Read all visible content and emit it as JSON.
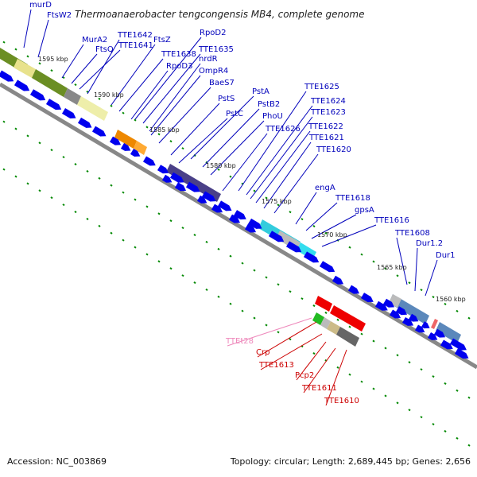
{
  "title": "Thermoanaerobacter tengcongensis MB4, complete genome",
  "footer": {
    "accession": "Accession: NC_003869",
    "topology": "Topology: circular; Length: 2,689,445 bp; Genes: 2,656"
  },
  "colors": {
    "label_blue": "#0000bb",
    "label_red": "#cc0000",
    "label_pink": "#ee88bb",
    "gene_blue": "#0000ee",
    "gene_red": "#ee0000",
    "backbone": "#888888",
    "tick_green": "#008800"
  },
  "scale_labels": [
    "1595 kbp",
    "1590 kbp",
    "1585 kbp",
    "1580 kbp",
    "1575 kbp",
    "1570 kbp",
    "1565 kbp",
    "1560 kbp"
  ],
  "gene_labels": [
    {
      "text": "murD",
      "group": "blue"
    },
    {
      "text": "FtsW2",
      "group": "blue"
    },
    {
      "text": "MurA2",
      "group": "blue"
    },
    {
      "text": "TTE1642",
      "group": "blue"
    },
    {
      "text": "FtsQ",
      "group": "blue"
    },
    {
      "text": "TTE1641",
      "group": "blue"
    },
    {
      "text": "FtsZ",
      "group": "blue"
    },
    {
      "text": "RpoD2",
      "group": "blue"
    },
    {
      "text": "TTE1638",
      "group": "blue"
    },
    {
      "text": "TTE1635",
      "group": "blue"
    },
    {
      "text": "RpoD3",
      "group": "blue"
    },
    {
      "text": "nrdR",
      "group": "blue"
    },
    {
      "text": "OmpR4",
      "group": "blue"
    },
    {
      "text": "BaeS7",
      "group": "blue"
    },
    {
      "text": "PstA",
      "group": "blue"
    },
    {
      "text": "PstS",
      "group": "blue"
    },
    {
      "text": "PstB2",
      "group": "blue"
    },
    {
      "text": "PstC",
      "group": "blue"
    },
    {
      "text": "PhoU",
      "group": "blue"
    },
    {
      "text": "TTE1625",
      "group": "blue"
    },
    {
      "text": "TTE1624",
      "group": "blue"
    },
    {
      "text": "TTE1623",
      "group": "blue"
    },
    {
      "text": "TTE1626",
      "group": "blue"
    },
    {
      "text": "TTE1622",
      "group": "blue"
    },
    {
      "text": "TTE1621",
      "group": "blue"
    },
    {
      "text": "TTE1620",
      "group": "blue"
    },
    {
      "text": "engA",
      "group": "blue"
    },
    {
      "text": "TTE1618",
      "group": "blue"
    },
    {
      "text": "gpsA",
      "group": "blue"
    },
    {
      "text": "TTE1616",
      "group": "blue"
    },
    {
      "text": "TTE1608",
      "group": "blue"
    },
    {
      "text": "Dur1.2",
      "group": "blue"
    },
    {
      "text": "Dur1",
      "group": "blue"
    },
    {
      "text": "TTEt28",
      "group": "pink"
    },
    {
      "text": "Crp",
      "group": "red"
    },
    {
      "text": "TTE1613",
      "group": "red"
    },
    {
      "text": "Pcp2",
      "group": "red"
    },
    {
      "text": "TTE1611",
      "group": "red"
    },
    {
      "text": "TTE1610",
      "group": "red"
    }
  ]
}
